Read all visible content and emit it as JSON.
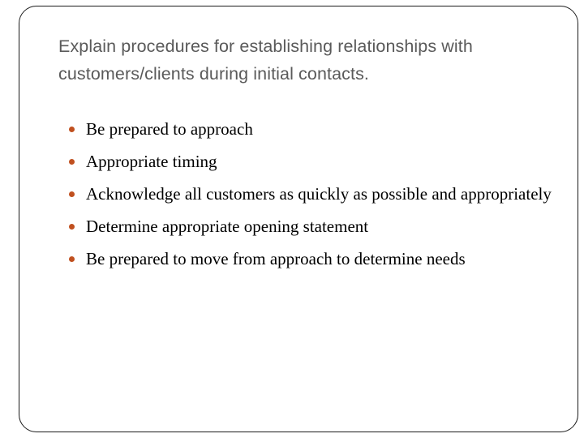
{
  "slide": {
    "title": "Explain procedures for establishing relationships with customers/clients during initial contacts.",
    "bullets": [
      {
        "text": "Be prepared to approach",
        "marker": "bullet-dot"
      },
      {
        "text": "Appropriate timing",
        "marker": "bullet-dot"
      },
      {
        "text": "Acknowledge all customers as quickly as possible and appropriately",
        "marker": "bullet-dot"
      },
      {
        "text": "Determine appropriate opening statement",
        "marker": "bullet-dot"
      },
      {
        "text": "Be prepared to move from approach to determine needs",
        "marker": "bullet-dot"
      }
    ],
    "colors": {
      "title_text": "#5a5a5a",
      "body_text": "#000000",
      "bullet_marker": "#c0501f",
      "frame_border": "#1a1a1a",
      "background": "#ffffff"
    }
  }
}
